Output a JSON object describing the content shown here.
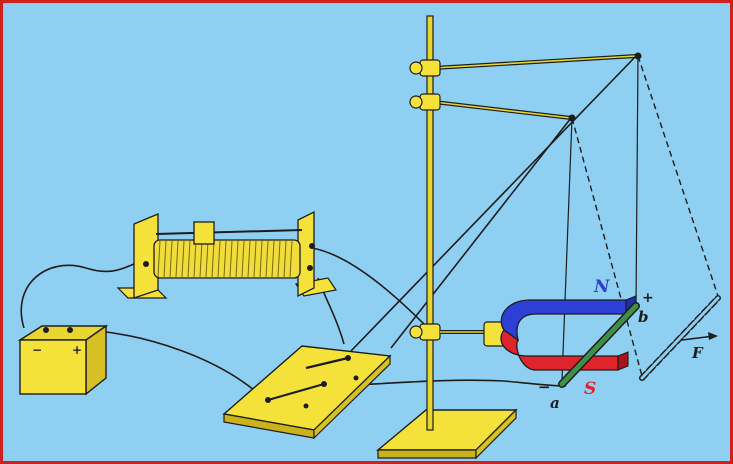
{
  "colors": {
    "background": "#8fd0f2",
    "frame": "#d0201e",
    "equipment": "#f4e23a",
    "equipment_dark": "#b79a10",
    "wire": "#1d1d1d",
    "magnet_north": "#2e3fd6",
    "magnet_south": "#e0242c",
    "conductor": "#3f8f48"
  },
  "labels": {
    "north": "N",
    "south": "S",
    "end_a": "a",
    "end_b": "b",
    "plus": "+",
    "minus": "−",
    "force": "F"
  },
  "icons": [
    "battery-icon",
    "rheostat-icon",
    "switch-icon",
    "stand-icon",
    "horseshoe-magnet-icon",
    "conductor-rod-icon",
    "force-arrow-icon"
  ]
}
